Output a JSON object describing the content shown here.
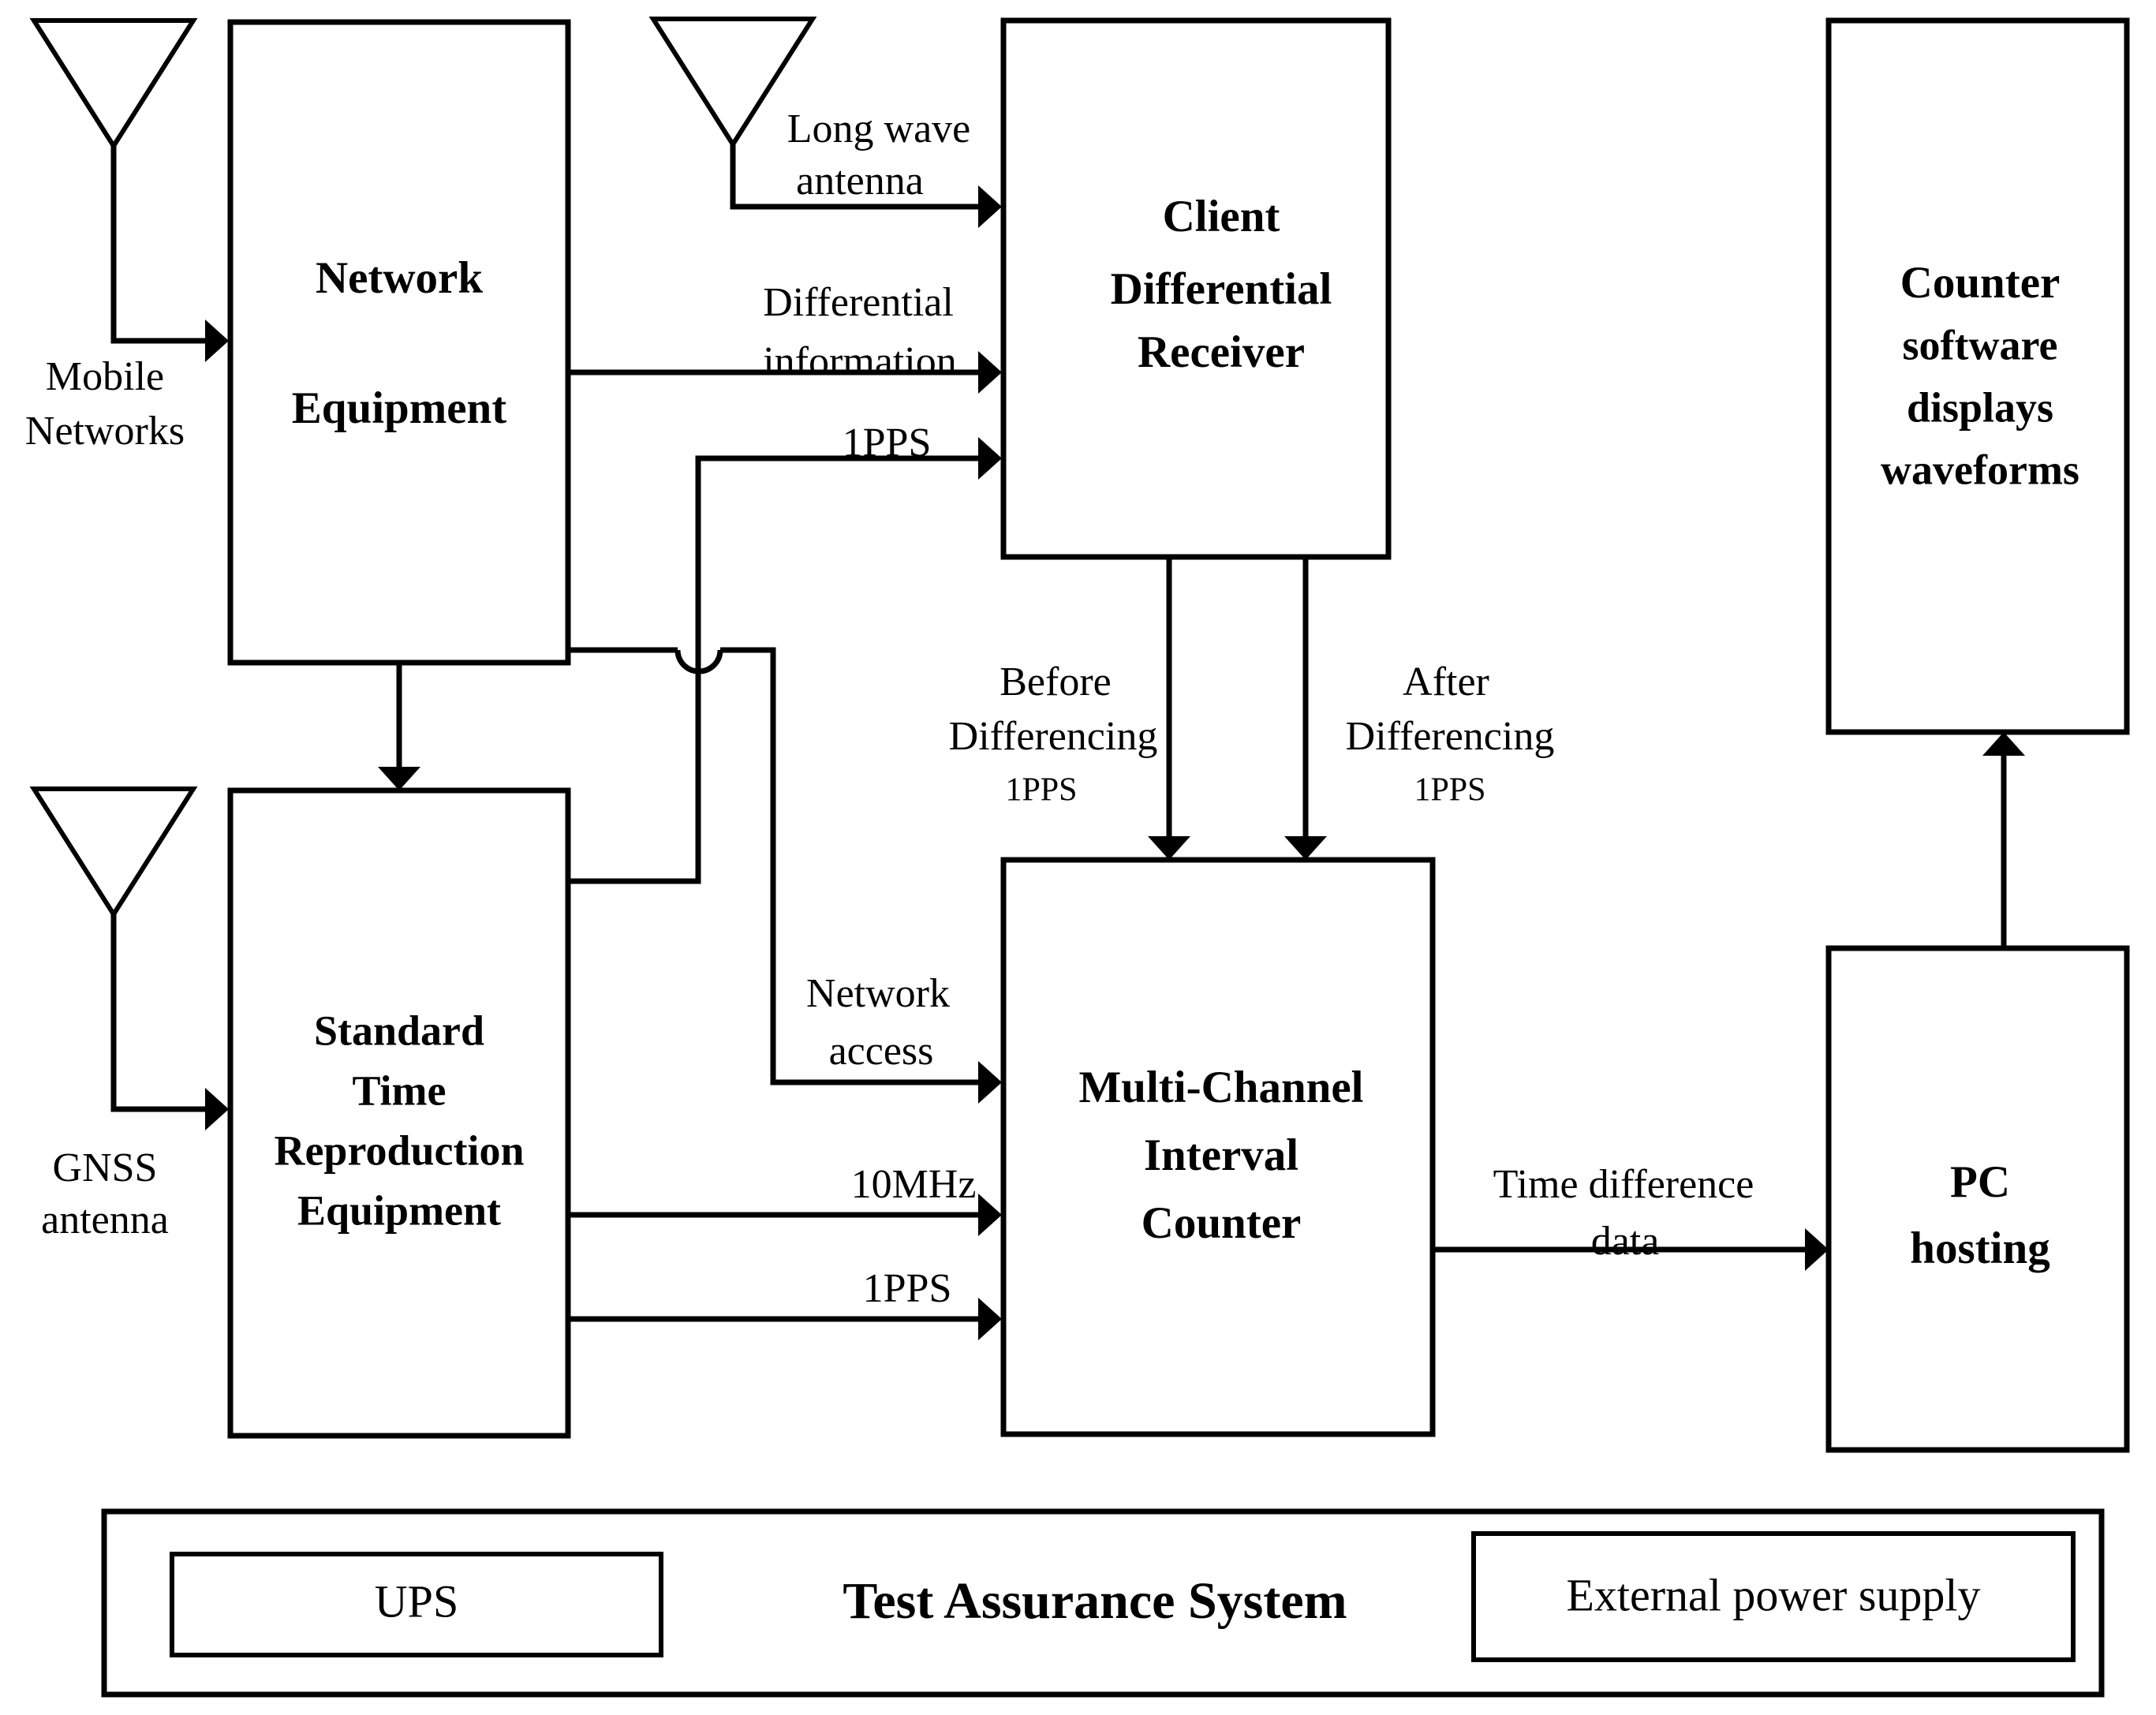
{
  "diagram": {
    "title": "Test Assurance System block diagram",
    "stroke_color": "#000000",
    "background_color": "#ffffff"
  },
  "blocks": {
    "network_equipment": {
      "line1": "Network",
      "line2": "Equipment"
    },
    "client_differential_receiver": {
      "line1": "Client",
      "line2": "Differential",
      "line3": "Receiver"
    },
    "counter_software": {
      "line1": "Counter",
      "line2": "software",
      "line3": "displays",
      "line4": "waveforms"
    },
    "standard_time_equipment": {
      "line1": "Standard",
      "line2": "Time",
      "line3": "Reproduction",
      "line4": "Equipment"
    },
    "multi_channel_counter": {
      "line1": "Multi-Channel",
      "line2": "Interval",
      "line3": "Counter"
    },
    "pc_hosting": {
      "line1": "PC",
      "line2": "hosting"
    }
  },
  "antennas": {
    "mobile": {
      "line1": "Mobile",
      "line2": "Networks"
    },
    "long_wave": {
      "line1": "Long wave",
      "line2": "antenna"
    },
    "gnss": {
      "line1": "GNSS",
      "line2": "antenna"
    }
  },
  "edge_labels": {
    "differential_information": {
      "line1": "Differential",
      "line2": "information"
    },
    "one_pps_top": "1PPS",
    "before_differencing": {
      "line1": "Before",
      "line2": "Differencing",
      "line3": "1PPS"
    },
    "after_differencing": {
      "line1": "After",
      "line2": "Differencing",
      "line3": "1PPS"
    },
    "network_access": {
      "line1": "Network",
      "line2": "access"
    },
    "ten_mhz": "10MHz",
    "one_pps_bottom": "1PPS",
    "time_difference_data": {
      "line1": "Time difference",
      "line2": "data"
    }
  },
  "footer": {
    "system_title": "Test Assurance System",
    "ups": "UPS",
    "external_power": "External power supply"
  }
}
